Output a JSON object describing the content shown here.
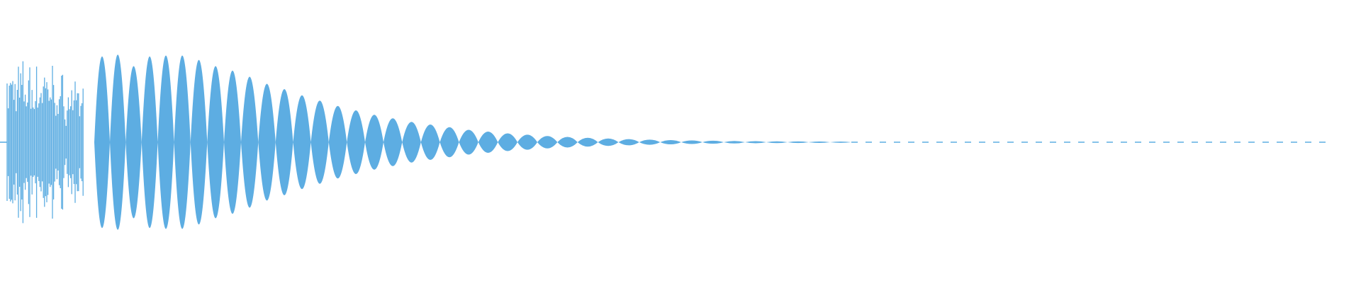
{
  "waveform": {
    "color": "#5dade2",
    "background": "#ffffff",
    "decay": "exponential",
    "lobes": [
      {
        "amp": 0.97
      },
      {
        "amp": 0.99
      },
      {
        "amp": 0.86
      },
      {
        "amp": 0.97
      },
      {
        "amp": 0.98
      },
      {
        "amp": 0.98
      },
      {
        "amp": 0.93
      },
      {
        "amp": 0.86
      },
      {
        "amp": 0.81
      },
      {
        "amp": 0.74
      },
      {
        "amp": 0.66
      },
      {
        "amp": 0.6
      },
      {
        "amp": 0.53
      },
      {
        "amp": 0.47
      },
      {
        "amp": 0.41
      },
      {
        "amp": 0.36
      },
      {
        "amp": 0.31
      },
      {
        "amp": 0.27
      },
      {
        "amp": 0.23
      },
      {
        "amp": 0.2
      },
      {
        "amp": 0.17
      },
      {
        "amp": 0.14
      },
      {
        "amp": 0.12
      },
      {
        "amp": 0.1
      },
      {
        "amp": 0.085
      },
      {
        "amp": 0.07
      },
      {
        "amp": 0.06
      },
      {
        "amp": 0.05
      },
      {
        "amp": 0.042
      },
      {
        "amp": 0.035
      },
      {
        "amp": 0.029
      },
      {
        "amp": 0.024
      },
      {
        "amp": 0.02
      },
      {
        "amp": 0.017
      },
      {
        "amp": 0.014
      },
      {
        "amp": 0.012
      },
      {
        "amp": 0.01
      },
      {
        "amp": 0.009
      },
      {
        "amp": 0.008
      },
      {
        "amp": 0.007
      }
    ]
  }
}
